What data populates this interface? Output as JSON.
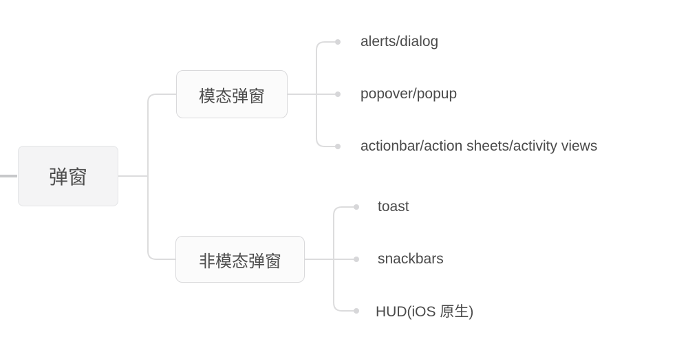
{
  "tree": {
    "root": {
      "label": "弹窗"
    },
    "branches": [
      {
        "label": "模态弹窗",
        "children": [
          {
            "label": "alerts/dialog"
          },
          {
            "label": "popover/popup"
          },
          {
            "label": "actionbar/action sheets/activity views"
          }
        ]
      },
      {
        "label": "非模态弹窗",
        "children": [
          {
            "label": "toast"
          },
          {
            "label": "snackbars"
          },
          {
            "label": "HUD(iOS 原生)"
          }
        ]
      }
    ]
  },
  "colors": {
    "background": "#ffffff",
    "connector_line": "#dcdcdd",
    "trunk_line": "#c7c8ca",
    "dot": "#d7d7d9",
    "text": "#4a4a4a",
    "root_fill": "#f4f4f5",
    "root_border": "#e3e4e6",
    "branch_fill": "#fbfbfb",
    "branch_border": "#d9d9db"
  }
}
